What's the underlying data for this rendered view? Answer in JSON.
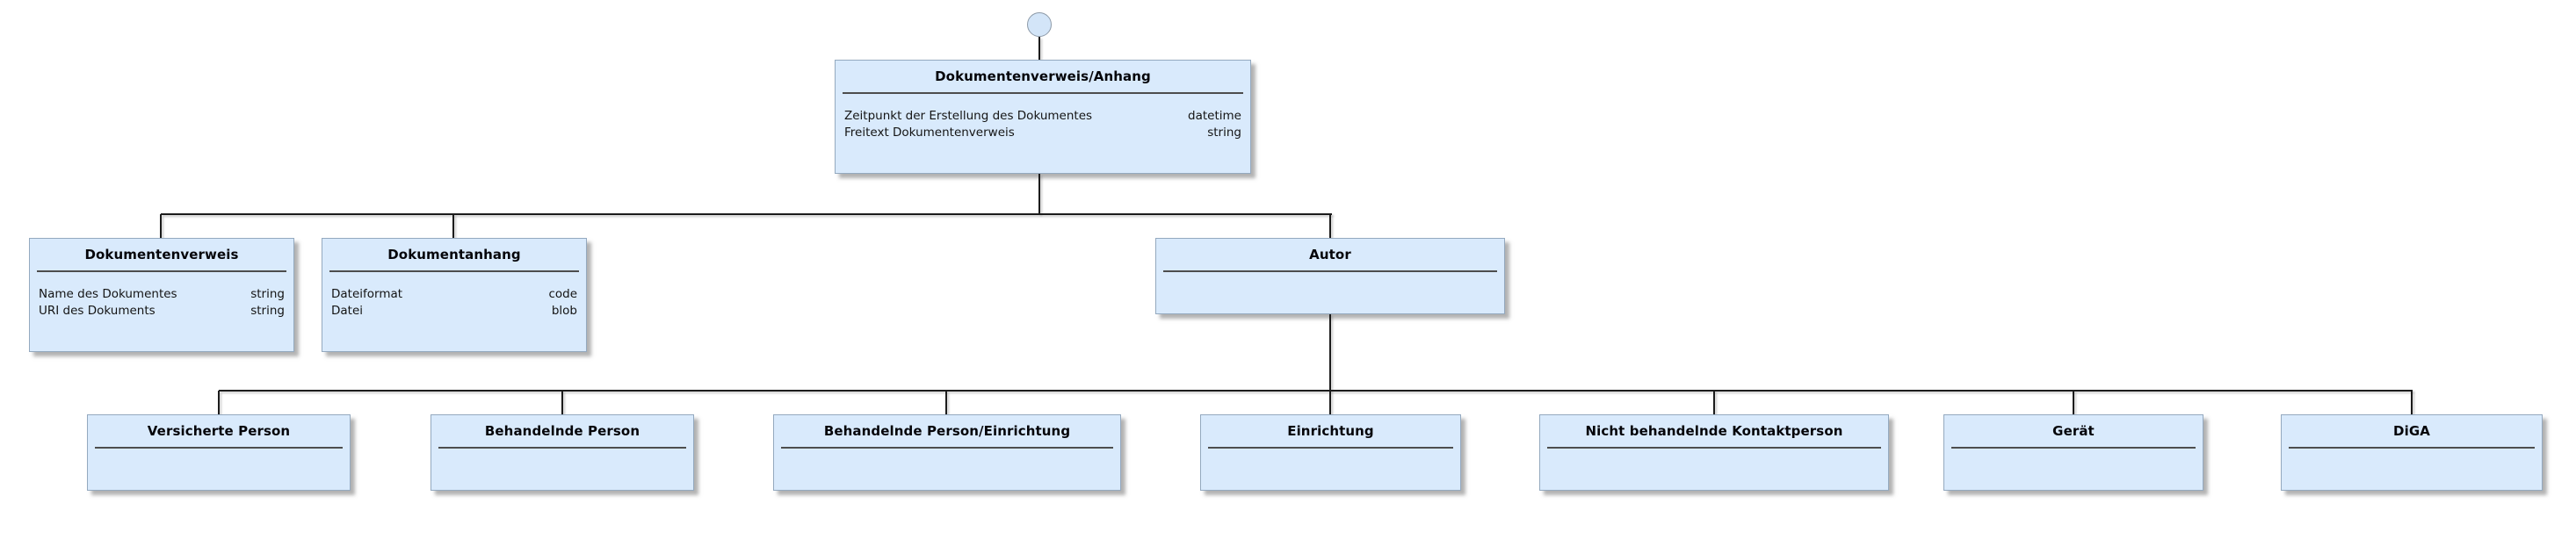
{
  "diagram": {
    "anchor": "start-circle",
    "colors": {
      "node_fill": "#d9eafc",
      "node_border": "#94a9bf",
      "connector": "#1c1c1c",
      "separator": "#4d4d4d",
      "title_text": "#05050a",
      "attribute_text": "#141414",
      "anchor_fill": "#d3e5f8",
      "anchor_stroke": "#8d9aa8"
    },
    "root": {
      "title": "Dokumentenverweis/Anhang",
      "attributes": [
        {
          "name": "Zeitpunkt der Erstellung des Dokumentes",
          "type": "datetime"
        },
        {
          "name": "Freitext Dokumentenverweis",
          "type": "string"
        }
      ]
    },
    "children": [
      {
        "title": "Dokumentenverweis",
        "attributes": [
          {
            "name": "Name des Dokumentes",
            "type": "string"
          },
          {
            "name": "URI des Dokuments",
            "type": "string"
          }
        ]
      },
      {
        "title": "Dokumentanhang",
        "attributes": [
          {
            "name": "Dateiformat",
            "type": "code"
          },
          {
            "name": "Datei",
            "type": "blob"
          }
        ]
      },
      {
        "title": "Autor",
        "attributes": []
      }
    ],
    "autor_children": [
      {
        "title": "Versicherte Person"
      },
      {
        "title": "Behandelnde Person"
      },
      {
        "title": "Behandelnde Person/Einrichtung"
      },
      {
        "title": "Einrichtung"
      },
      {
        "title": "Nicht behandelnde Kontaktperson"
      },
      {
        "title": "Gerät"
      },
      {
        "title": "DiGA"
      }
    ]
  }
}
